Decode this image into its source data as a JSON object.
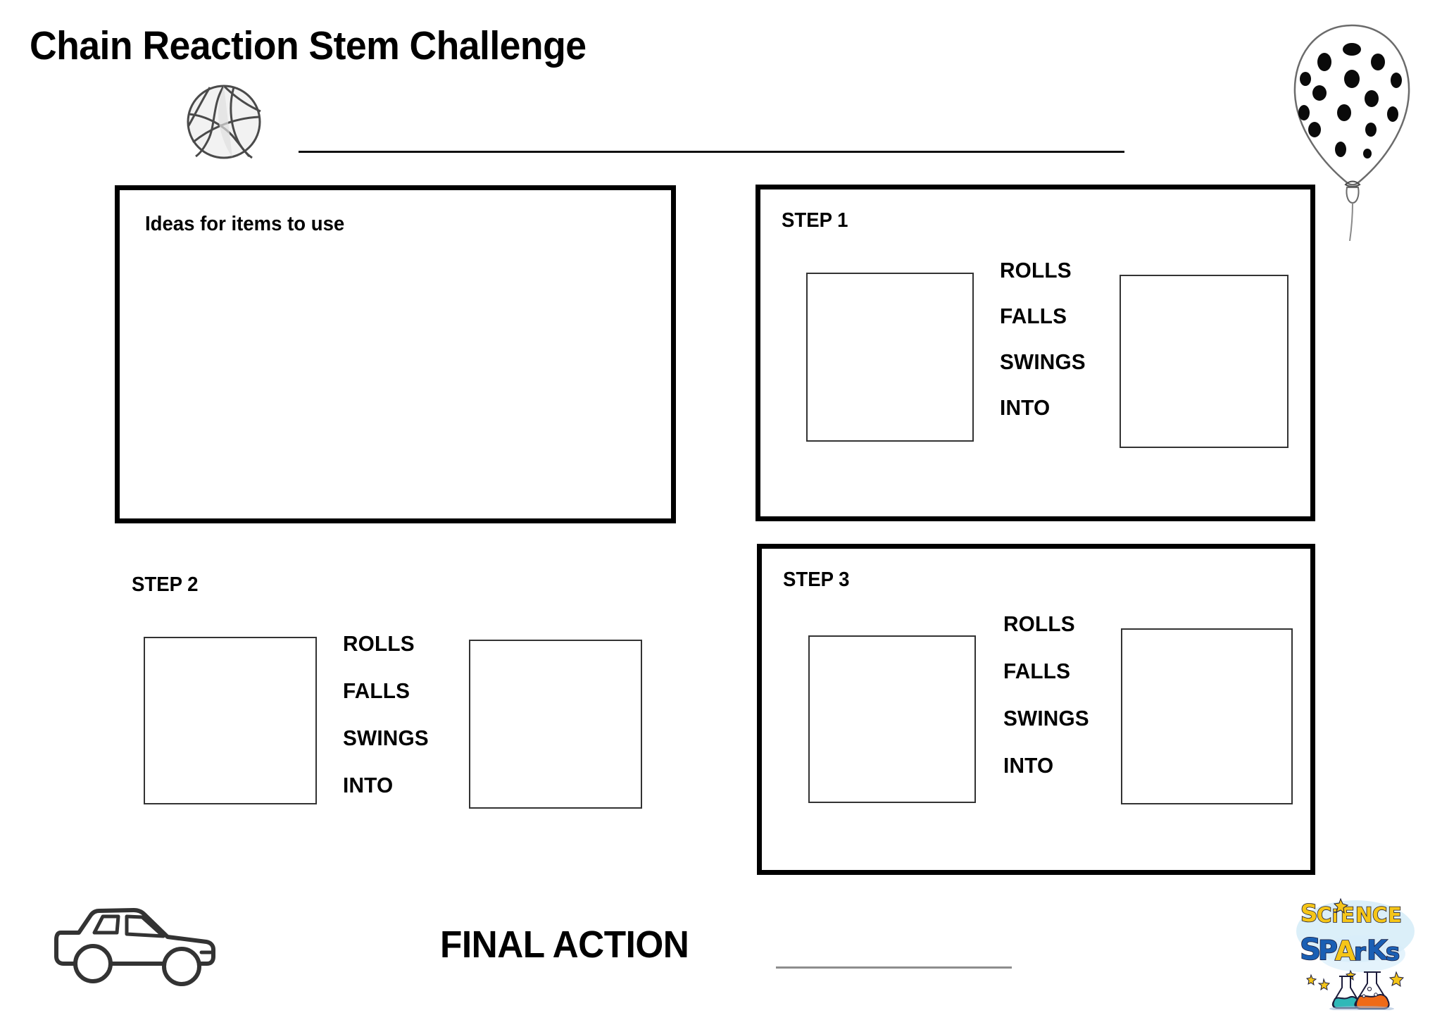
{
  "page": {
    "title": "Chain Reaction Stem Challenge",
    "name_line_placeholder": ""
  },
  "ideas_panel": {
    "label": "Ideas for items to use"
  },
  "verbs": [
    "ROLLS",
    "FALLS",
    "SWINGS",
    "INTO"
  ],
  "steps": [
    {
      "label": "STEP 1",
      "framed": true,
      "verbs": [
        "ROLLS",
        "FALLS",
        "SWINGS",
        "INTO"
      ]
    },
    {
      "label": "STEP 2",
      "framed": false,
      "verbs": [
        "ROLLS",
        "FALLS",
        "SWINGS",
        "INTO"
      ]
    },
    {
      "label": "STEP 3",
      "framed": true,
      "verbs": [
        "ROLLS",
        "FALLS",
        "SWINGS",
        "INTO"
      ]
    }
  ],
  "final_action": {
    "label": "FINAL ACTION",
    "answer": ""
  },
  "logo": {
    "line1": "SCiENCE",
    "line2": "SPArKs",
    "colors": {
      "science_yellow": "#f5c518",
      "sparks_blue": "#1a5fb4",
      "halo_blue": "#bfe3f5",
      "flask_teal": "#2fb8b8",
      "flask_orange": "#ef6a17",
      "outline": "#1b1b3a"
    }
  },
  "icons": {
    "ball": "ball-icon",
    "balloon": "balloon-icon",
    "car": "car-icon",
    "logo": "science-sparks-logo"
  },
  "colors": {
    "ink": "#000000",
    "thin_rule": "#333333",
    "faint_rule": "#8d8d8d",
    "paper": "#ffffff"
  }
}
